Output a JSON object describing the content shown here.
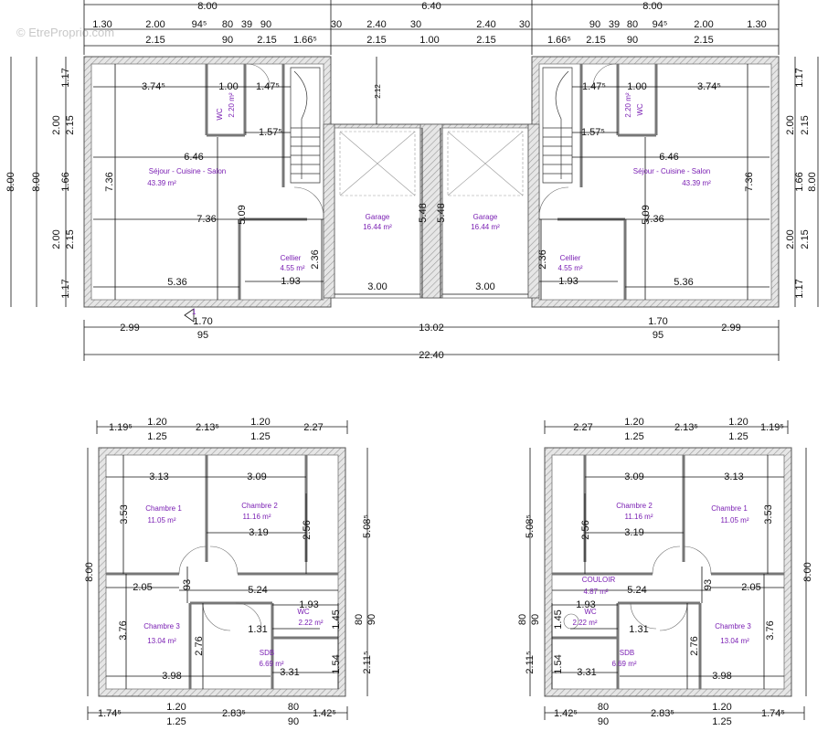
{
  "watermark": "© EtreProprio.com",
  "colors": {
    "wall": "#8a8a8a",
    "hatch": "#bdbdbd",
    "room_label": "#7a1fb3",
    "dim": "#111111"
  },
  "ground_floor": {
    "top_dims_outer": [
      "8.00",
      "6.40",
      "8.00"
    ],
    "top_dims_mid": [
      "1.30",
      "2.00",
      "94⁵",
      "80",
      "39",
      "90",
      "30",
      "2.40",
      "30",
      "2.40",
      "30",
      "90",
      "39",
      "80",
      "94⁵",
      "2.00",
      "1.30"
    ],
    "top_dims_inner": [
      "2.15",
      "90",
      "2.15",
      "1.66⁵",
      "2.15",
      "1.00",
      "2.15",
      "1.66⁵",
      "2.15",
      "90",
      "2.15"
    ],
    "left_dims": [
      "8.00",
      "8.00",
      "1.17",
      "2.00",
      "1.66",
      "2.00",
      "1.17",
      "2.15",
      "2.15"
    ],
    "right_dims": [
      "8.00",
      "1.17",
      "2.00",
      "1.66",
      "2.00",
      "1.17",
      "2.15",
      "2.15"
    ],
    "interior_dims": [
      "3.74⁵",
      "1.00",
      "1.47⁵",
      "1.57⁵",
      "6.46",
      "7.36",
      "7.36",
      "5.09",
      "2.36",
      "1.93",
      "5.36",
      "3.00",
      "3.00",
      "5.48",
      "5.48",
      "2.12"
    ],
    "bottom_dims": [
      "2.99",
      "1.70",
      "95",
      "13.02",
      "1.70",
      "95",
      "2.99",
      "22.40"
    ],
    "section_mark": "1",
    "rooms": [
      {
        "name": "Séjour - Cuisine - Salon",
        "area": "43.39 m²"
      },
      {
        "name": "WC",
        "area": "2.20 m²"
      },
      {
        "name": "Cellier",
        "area": "4.55 m²"
      },
      {
        "name": "Garage",
        "area": "16.44 m²"
      },
      {
        "name": "Garage",
        "area": "16.44 m²"
      },
      {
        "name": "Séjour - Cuisine - Salon",
        "area": "43.39 m²"
      },
      {
        "name": "WC",
        "area": "2.20 m²"
      },
      {
        "name": "Cellier",
        "area": "4.55 m²"
      }
    ]
  },
  "upper_left": {
    "top_dims": [
      "1.19⁵",
      "1.20",
      "2.13⁵",
      "1.20",
      "2.27",
      "1.25",
      "1.25"
    ],
    "interior_dims": [
      "3.13",
      "3.09",
      "3.53",
      "3.19",
      "2.56",
      "2.05",
      "93",
      "5.24",
      "3.76",
      "2.76",
      "1.93",
      "1.31",
      "1.45",
      "1.54",
      "3.98",
      "3.31"
    ],
    "right_dims": [
      "5.08⁵",
      "80",
      "90",
      "2.11⁵"
    ],
    "left_dim": "8.00",
    "bottom_dims": [
      "1.74⁵",
      "1.20",
      "2.83⁵",
      "80",
      "1.42⁵",
      "1.25",
      "90"
    ],
    "rooms": [
      {
        "name": "Chambre 1",
        "area": "11.05 m²"
      },
      {
        "name": "Chambre 2",
        "area": "11.16 m²"
      },
      {
        "name": "Chambre 3",
        "area": "13.04 m²"
      },
      {
        "name": "WC",
        "area": "2.22 m²"
      },
      {
        "name": "SDB",
        "area": "6.69 m²"
      }
    ]
  },
  "upper_right": {
    "top_dims": [
      "2.27",
      "1.20",
      "2.13⁵",
      "1.20",
      "1.19⁵",
      "1.25",
      "1.25"
    ],
    "interior_dims": [
      "3.09",
      "3.13",
      "3.19",
      "2.56",
      "3.53",
      "5.24",
      "93",
      "2.05",
      "1.93",
      "1.31",
      "1.45",
      "2.76",
      "3.76",
      "1.54",
      "3.31",
      "3.98"
    ],
    "left_dims": [
      "5.08⁵",
      "80",
      "90",
      "2.11⁵"
    ],
    "right_dim": "8.00",
    "bottom_dims": [
      "1.42⁵",
      "80",
      "2.83⁵",
      "1.20",
      "1.74⁵",
      "90",
      "1.25"
    ],
    "rooms": [
      {
        "name": "Chambre 2",
        "area": "11.16 m²"
      },
      {
        "name": "Chambre 1",
        "area": "11.05 m²"
      },
      {
        "name": "COULOIR",
        "area": "4.87 m²"
      },
      {
        "name": "WC",
        "area": "2.22 m²"
      },
      {
        "name": "SDB",
        "area": "6.69 m²"
      },
      {
        "name": "Chambre 3",
        "area": "13.04 m²"
      }
    ]
  }
}
